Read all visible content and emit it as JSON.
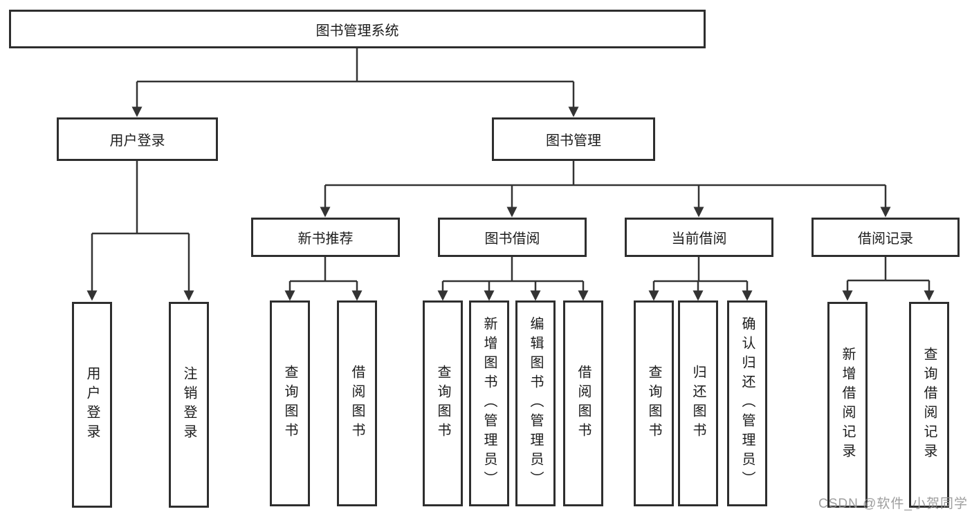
{
  "root": {
    "label": "图书管理系统"
  },
  "branches": [
    {
      "label": "用户登录",
      "leaves": [
        {
          "label": "用户登录"
        },
        {
          "label": "注销登录"
        }
      ]
    },
    {
      "label": "图书管理",
      "groups": [
        {
          "label": "新书推荐",
          "leaves": [
            {
              "label": "查询图书"
            },
            {
              "label": "借阅图书"
            }
          ]
        },
        {
          "label": "图书借阅",
          "leaves": [
            {
              "label": "查询图书"
            },
            {
              "label": "新增图书（管理员）"
            },
            {
              "label": "编辑图书（管理员）"
            },
            {
              "label": "借阅图书"
            }
          ]
        },
        {
          "label": "当前借阅",
          "leaves": [
            {
              "label": "查询图书"
            },
            {
              "label": "归还图书"
            },
            {
              "label": "确认归还（管理员）"
            }
          ]
        },
        {
          "label": "借阅记录",
          "leaves": [
            {
              "label": "新增借阅记录"
            },
            {
              "label": "查询借阅记录"
            }
          ]
        }
      ]
    }
  ],
  "watermark": "CSDN @软件_小贺同学",
  "colors": {
    "line": "#333333",
    "border": "#2e2e2e",
    "text": "#1c1c1c",
    "watermark": "#999999",
    "background": "#ffffff"
  }
}
